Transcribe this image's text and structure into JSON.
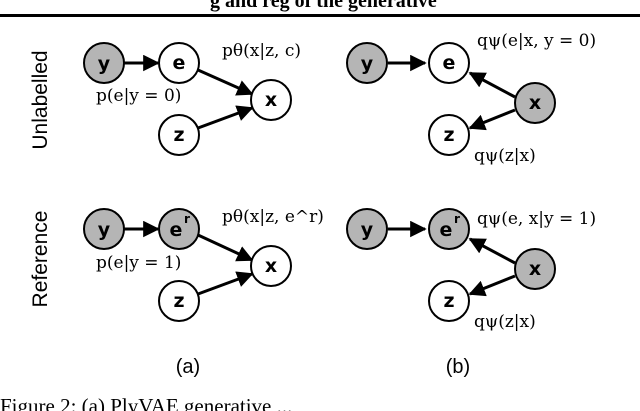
{
  "header": {
    "fragment": "g and reg  of the generative"
  },
  "footer": {
    "fragment": "Figure 2: (a) PlyVAE generative ..."
  },
  "rows": {
    "unlabelled": "Unlabelled",
    "reference": "Reference"
  },
  "captions": {
    "a": "(a)",
    "b": "(b)"
  },
  "nodes": {
    "y": "y",
    "e": "e",
    "er_base": "e",
    "er_sup": "r",
    "z": "z",
    "x": "x"
  },
  "equations": {
    "a_unl_prior": "p(e|y = 0)",
    "a_unl_lik": "pθ(x|z, c)",
    "b_unl_qe": "qψ(e|x, y = 0)",
    "b_unl_qz": "qψ(z|x)",
    "a_ref_prior": "p(e|y = 1)",
    "a_ref_lik": "pθ(x|z, e^r)",
    "b_ref_qex": "qψ(e, x|y = 1)",
    "b_ref_qz": "qψ(z|x)"
  },
  "colors": {
    "observed_fill": "#b5b5b5",
    "latent_fill": "#ffffff",
    "stroke": "#000000"
  }
}
